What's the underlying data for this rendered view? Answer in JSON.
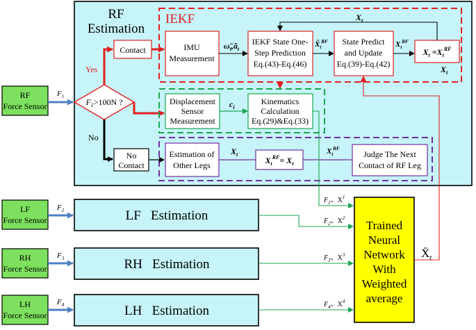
{
  "rf_box": {
    "title_line1": "RF",
    "title_line2": "Estimation"
  },
  "iekf": {
    "label": "IEKF"
  },
  "blocks": {
    "imu": [
      "IMU",
      "Measurement"
    ],
    "iekf_pred": [
      "IEKF State One-",
      "Step Prediction",
      "Eq.(43)-Eq.(46)"
    ],
    "state_update": [
      "State Predict",
      "and Update",
      "Eq.(39)-Eq.(42)"
    ],
    "xt_assign": "X",
    "contact": "Contact",
    "disp": [
      "Displacement",
      "Sensor",
      "Measurement"
    ],
    "kinematics": [
      "Kinematics",
      "Calculation",
      "Eq.(29)&Eq.(33)"
    ],
    "no_contact": [
      "No",
      "Contact"
    ],
    "est_other": [
      "Estimation of",
      "Other Legs"
    ],
    "xrf_assign": "X",
    "judge": [
      "Judge The Next",
      "Contact of RF Leg"
    ],
    "decision": "F",
    "nn": [
      "Trained",
      "Neural",
      "Network",
      "With",
      "Weighted",
      "average"
    ]
  },
  "sensors": [
    {
      "line1": "RF",
      "line2": "Force Sensor",
      "force": "F",
      "sub": "1"
    },
    {
      "line1": "LF",
      "line2": "Force Sensor",
      "force": "F",
      "sub": "2"
    },
    {
      "line1": "RH",
      "line2": "Force Sensor",
      "force": "F",
      "sub": "3"
    },
    {
      "line1": "LH",
      "line2": "Force Sensor",
      "force": "F",
      "sub": "4"
    }
  ],
  "estimations": [
    "LF   Estimation",
    "RH   Estimation",
    "LH   Estimation"
  ],
  "branch_labels": {
    "yes": "Yes",
    "no": "No"
  },
  "colors": {
    "rf_bg": "#c6f4f8",
    "sensor_bg": "#7de05e",
    "est_bg": "#c6f4f8",
    "nn_bg": "#ffff00",
    "red": "#e02020",
    "green": "#1aa650",
    "purple": "#7030a0",
    "blue": "#4f7fc0"
  }
}
